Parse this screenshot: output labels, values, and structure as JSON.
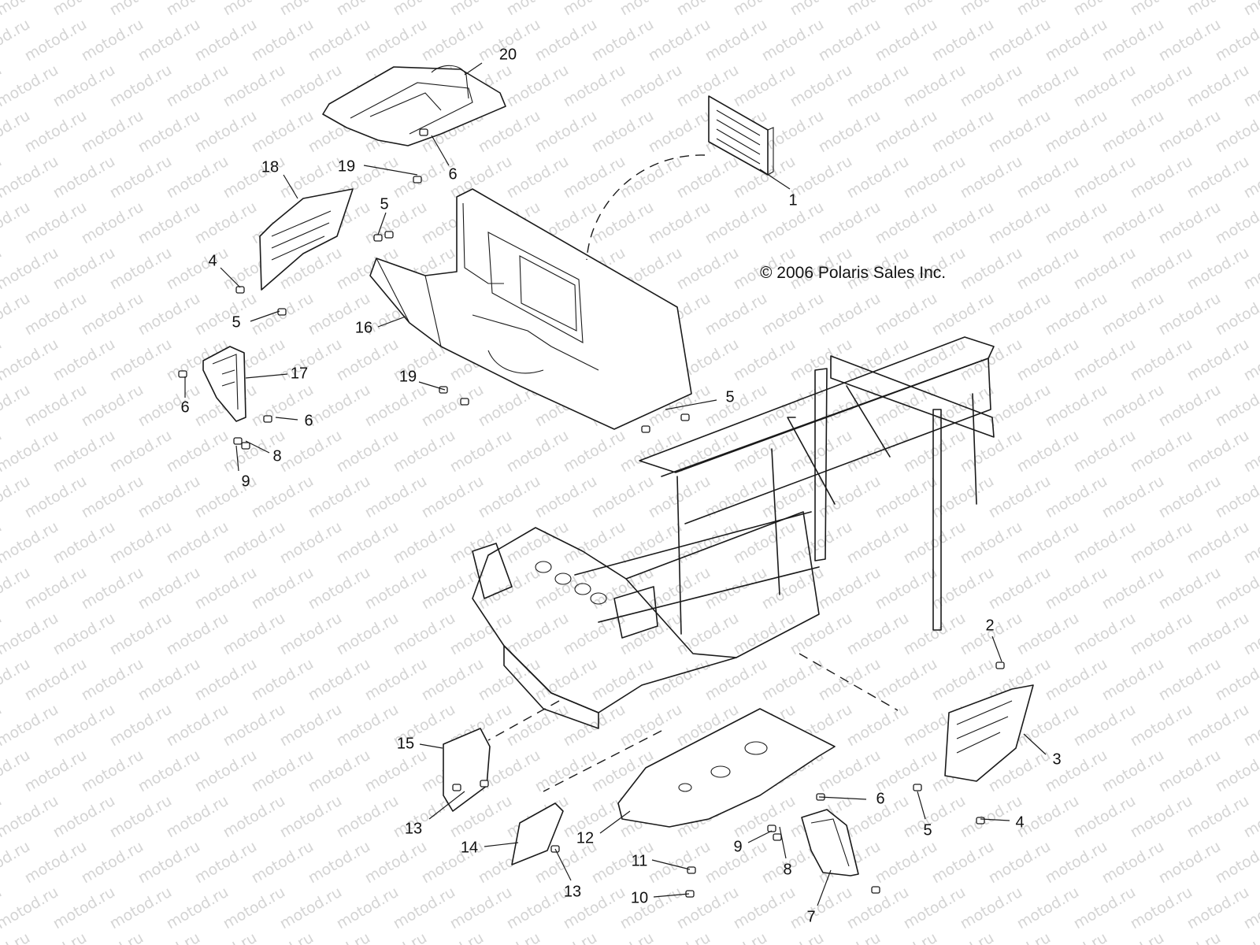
{
  "watermark": "motod.ru",
  "copyright": "© 2006 Polaris Sales Inc.",
  "callouts": [
    "20",
    "19",
    "6",
    "18",
    "5",
    "4",
    "5",
    "16",
    "17",
    "6",
    "6",
    "8",
    "9",
    "19",
    "5",
    "1",
    "2",
    "3",
    "15",
    "13",
    "12",
    "14",
    "13",
    "11",
    "10",
    "9",
    "8",
    "6",
    "7",
    "5",
    "4"
  ]
}
